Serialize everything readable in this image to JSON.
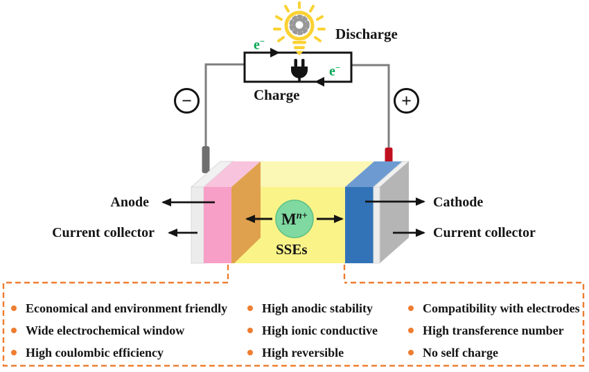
{
  "figure": {
    "title_semantics": "solid-state battery working principle diagram",
    "circuit": {
      "discharge_label": "Discharge",
      "charge_label": "Charge",
      "electron_top": {
        "base": "e",
        "sup": "−"
      },
      "electron_bottom": {
        "base": "e",
        "sup": "−"
      },
      "polarity": {
        "negative": "−",
        "positive": "+"
      }
    },
    "battery": {
      "anode_label": "Anode",
      "anode_collector_label": "Current collector",
      "cathode_label": "Cathode",
      "cathode_collector_label": "Current collector",
      "electrolyte_label": "SSEs",
      "ion": {
        "base": "M",
        "sup": "n+"
      }
    },
    "features": {
      "columns": [
        {
          "items": [
            "Economical and environment friendly",
            "Wide electrochemical window",
            "High coulombic efficiency"
          ]
        },
        {
          "items": [
            "High anodic stability",
            "High ionic conductive",
            "High reversible"
          ]
        },
        {
          "items": [
            "Compatibility with electrodes",
            "High transference number",
            "No self charge"
          ]
        }
      ]
    },
    "colors": {
      "accent_orange": "#EE7D31",
      "electron_green": "#00A551",
      "anode_pink": "#F89FC7",
      "anode_pink_top": "#F8C3DC",
      "electrolyte_yellow": "#FAF388",
      "electrolyte_yellow_top": "#FBF7B4",
      "electrolyte_side_tan": "#DFA14E",
      "cathode_blue": "#3273B7",
      "cathode_blue_top": "#6D9BD1",
      "collector_gray": "#B5B5B5",
      "collector_white": "#ECECEC",
      "terminal_red": "#C00F1E",
      "terminal_gray": "#6F6F6F",
      "wire_gray": "#7D7D7D",
      "bulb_yellow": "#FBD233",
      "gear_gray": "#989898",
      "ion_green": "#7FD9A1"
    }
  }
}
